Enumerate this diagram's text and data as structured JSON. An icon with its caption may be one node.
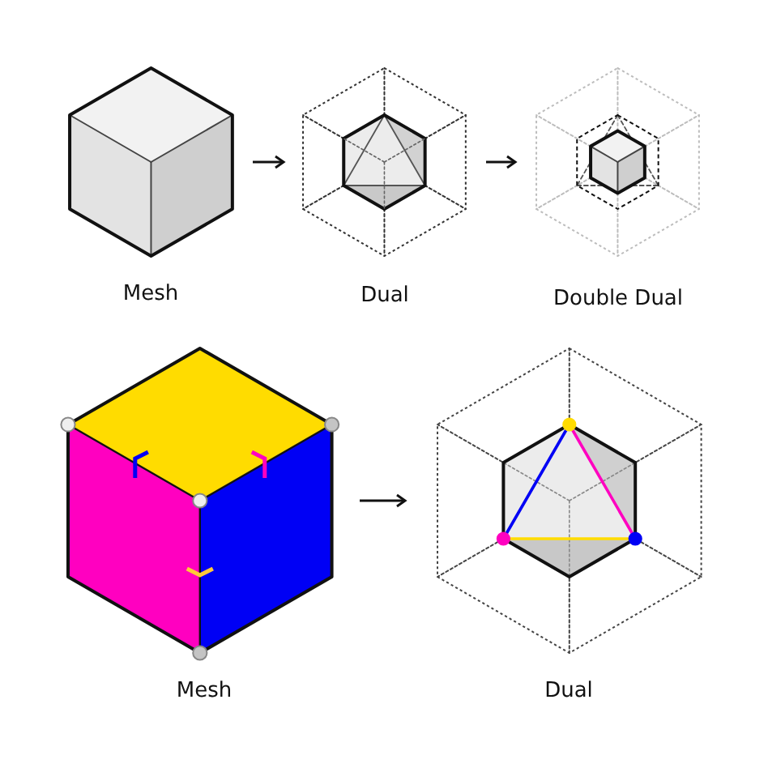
{
  "diagram": {
    "nodes": [
      {
        "text": [
          "Mesh"
        ]
      },
      {
        "text": [
          "Dual"
        ]
      },
      {
        "text": [
          "Double Dual"
        ]
      },
      {
        "text": [
          "Mesh"
        ]
      },
      {
        "text": [
          "Dual"
        ]
      }
    ],
    "edges": [
      {
        "from": 0,
        "to": 1,
        "arrow": "to"
      },
      {
        "from": 1,
        "to": 2,
        "arrow": "to"
      },
      {
        "from": 3,
        "to": 4,
        "arrow": "to"
      }
    ]
  }
}
